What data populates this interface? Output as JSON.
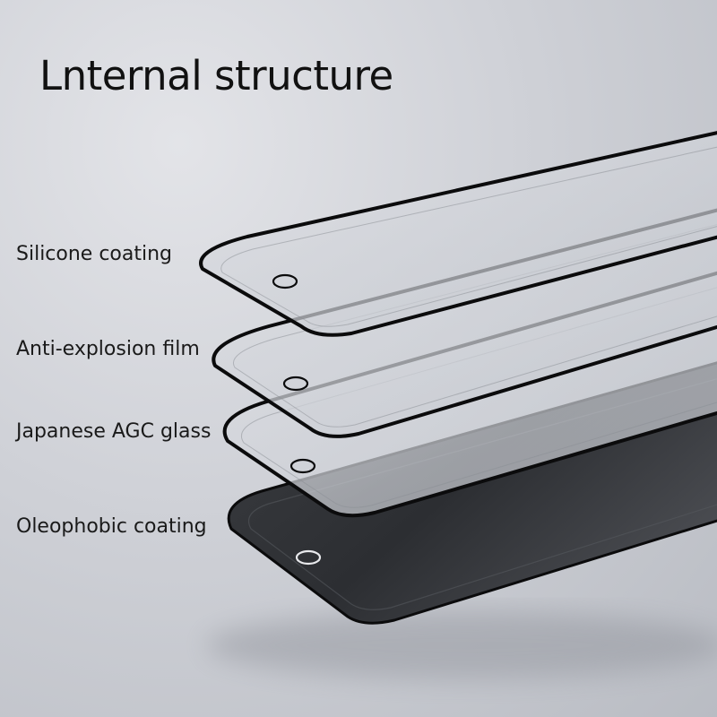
{
  "title": "Lnternal structure",
  "layers": [
    {
      "label": "Silicone coating"
    },
    {
      "label": "Anti-explosion film"
    },
    {
      "label": "Japanese AGC glass"
    },
    {
      "label": "Oleophobic coating"
    }
  ],
  "colors": {
    "frame": "#0b0b0c",
    "clear_glass": "#d4d6dc",
    "dark_glass": "#2e3034",
    "text": "#1a1a1a"
  }
}
